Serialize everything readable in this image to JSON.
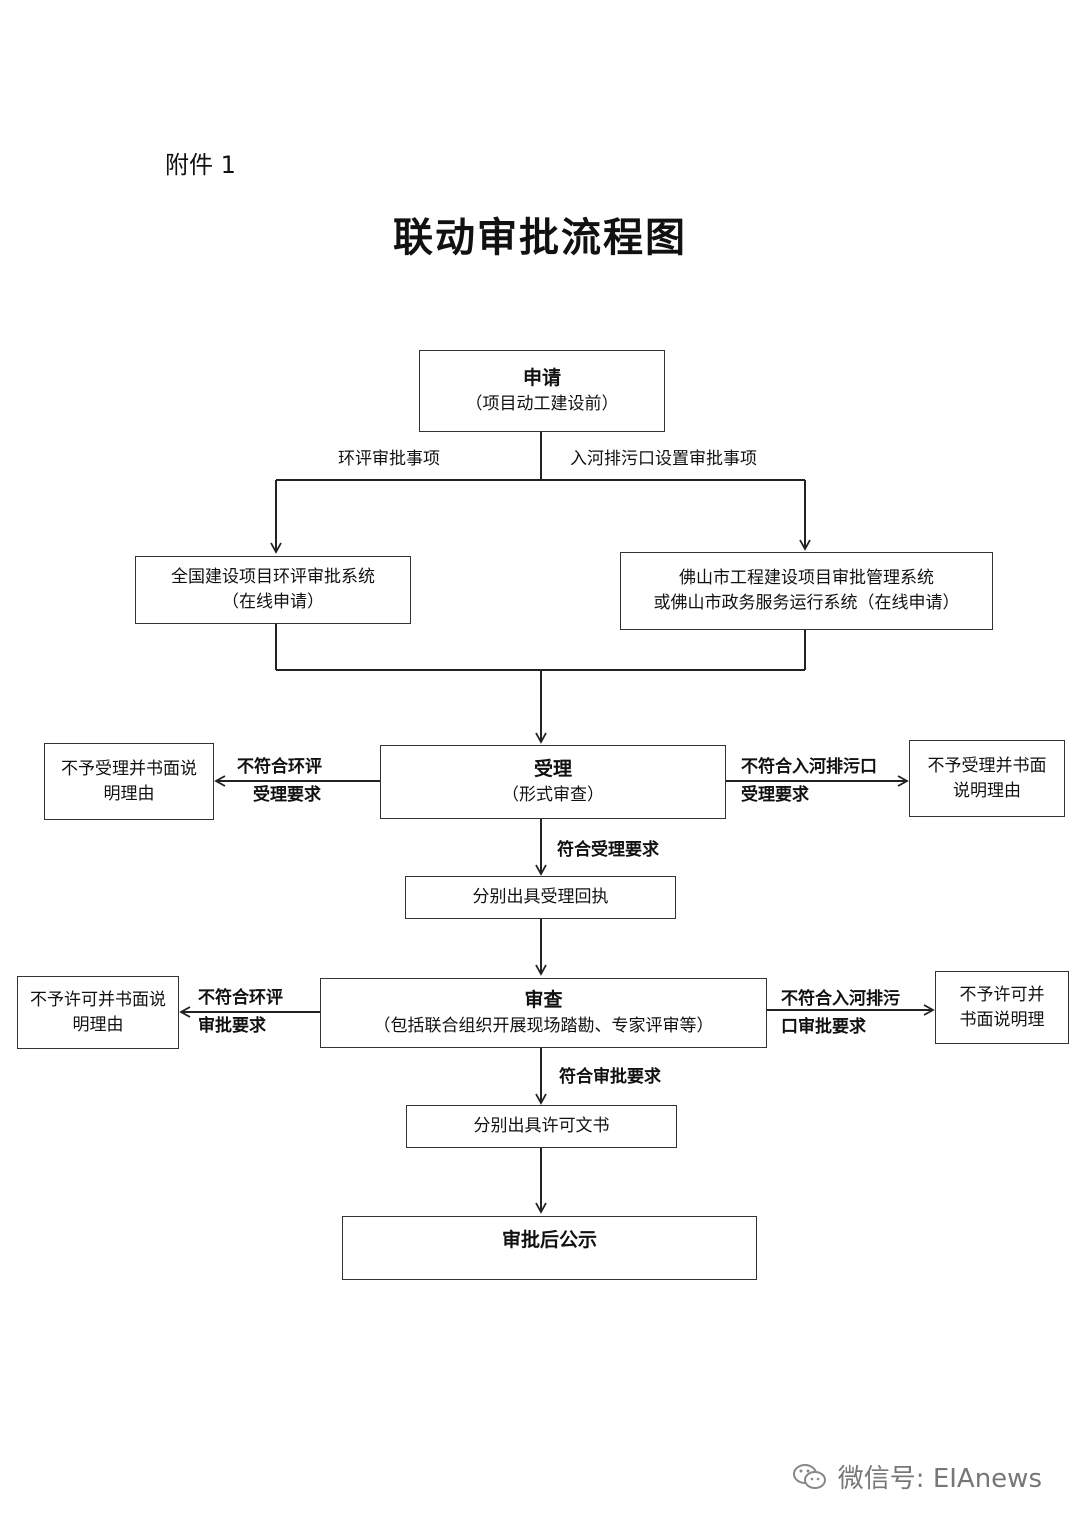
{
  "header": {
    "attachment": "附件 1",
    "title": "联动审批流程图"
  },
  "apply": {
    "title": "申请",
    "sub": "（项目动工建设前）"
  },
  "branch": {
    "left_label": "环评审批事项",
    "right_label": "入河排污口设置审批事项"
  },
  "system_left": {
    "line1": "全国建设项目环评审批系统",
    "line2": "（在线申请）"
  },
  "system_right": {
    "line1": "佛山市工程建设项目审批管理系统",
    "line2": "或佛山市政务服务运行系统（在线申请）"
  },
  "accept": {
    "title": "受理",
    "sub": "（形式审查）"
  },
  "accept_reject_left": {
    "text": "不予受理并书面说明理由",
    "label_line1": "不符合环评",
    "label_line2": "受理要求"
  },
  "accept_reject_right": {
    "text": "不予受理并书面说明理由",
    "label_line1": "不符合入河排污口",
    "label_line2": "受理要求"
  },
  "accept_ok": {
    "label": "符合受理要求",
    "box": "分别出具受理回执"
  },
  "review": {
    "title": "审查",
    "sub": "（包括联合组织开展现场踏勘、专家评审等）"
  },
  "review_reject_left": {
    "text": "不予许可并书面说明理由",
    "label_line1": "不符合环评",
    "label_line2": "审批要求"
  },
  "review_reject_right": {
    "text": "不予许可并书面说明理",
    "label_line1": "不符合入河排污",
    "label_line2": "口审批要求"
  },
  "review_ok": {
    "label": "符合审批要求",
    "box": "分别出具许可文书"
  },
  "final": {
    "text": "审批后公示"
  },
  "watermark": {
    "text": "微信号: EIAnews",
    "icon": "wechat-icon"
  }
}
